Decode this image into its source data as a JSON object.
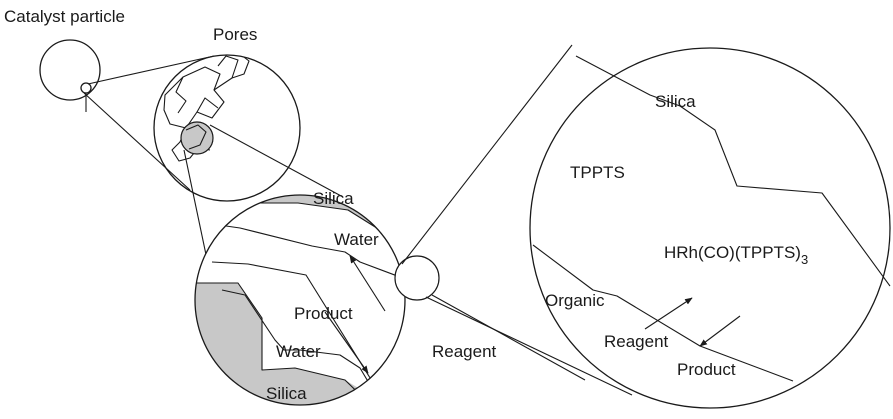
{
  "labels": {
    "catalyst_particle": "Catalyst particle",
    "pores": "Pores",
    "silica_mid_top": "Silica",
    "water_mid_top": "Water",
    "product_mid": "Product",
    "water_mid_bottom": "Water",
    "silica_mid_bottom": "Silica",
    "reagent_mid": "Reagent",
    "silica_large": "Silica",
    "tppts": "TPPTS",
    "complex_main": "HRh(CO)(TPPTS)",
    "complex_subscript": "3",
    "organic": "Organic",
    "reagent_large": "Reagent",
    "product_large": "Product"
  },
  "colors": {
    "silica_fill": "#c8c8c8",
    "stroke": "#1a1a1a",
    "background": "#ffffff"
  }
}
